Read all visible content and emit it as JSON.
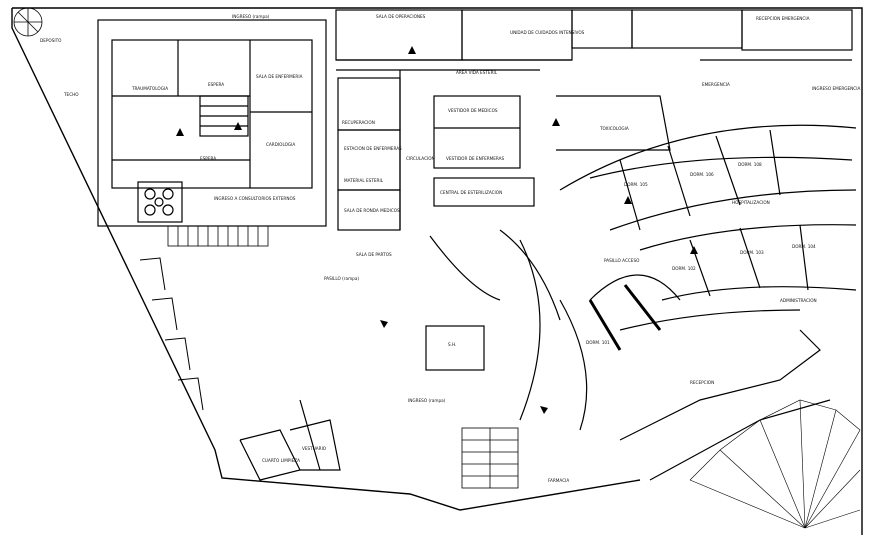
{
  "labels": {
    "deposito": "DEPOSITO",
    "techo": "TECHO",
    "ingreso_rampa_top": "INGRESO (rampa)",
    "sala_operaciones": "SALA DE OPERACIONES",
    "unidad_cuidados": "UNIDAD DE CUIDADOS INTENSIVOS",
    "recepcion_emergencia": "RECEPCION EMERGENCIA",
    "traumatologia": "TRAUMATOLOGIA",
    "espera_top": "ESPERA",
    "sala_enfermeria": "SALA DE ENFERMERIA",
    "emergencia": "EMERGENCIA",
    "ingreso_emergencia": "INGRESO EMERGENCIA",
    "area_vida_esteril": "AREA VIDA ESTERIL",
    "vestidor_medicos": "VESTIDOR DE MEDICOS",
    "vestidor_enfermeras": "VESTIDOR DE ENFERMERAS",
    "recuperacion": "RECUPERACION",
    "estacion_enfermeras": "ESTACION DE ENFERMERAS",
    "material_esteril": "MATERIAL ESTERIL",
    "circulacion": "CIRCULACION",
    "toxicologia": "TOXICOLOGIA",
    "central_esterilizacion": "CENTRAL DE ESTERILIZACION",
    "sala_ronda_medicos": "SALA DE RONDA MEDICOS",
    "sala_partos": "SALA DE PARTOS",
    "cardiologia": "CARDIOLOGIA",
    "espera_center": "ESPERA",
    "ingreso_consultorios": "INGRESO A CONSULTORIOS EXTERNOS",
    "hall_rampa": "PASILLO (rampa)",
    "ingreso_rampa_bottom": "INGRESO (rampa)",
    "hospitalizacion": "HOSPITALIZACION",
    "recepcion": "RECEPCION",
    "administracion": "ADMINISTRACION",
    "dorm_101": "DORM. 101",
    "dorm_102": "DORM. 102",
    "dorm_103": "DORM. 103",
    "dorm_104": "DORM. 104",
    "dorm_105": "DORM. 105",
    "dorm_106": "DORM. 106",
    "dorm_108": "DORM. 108",
    "sh": "S.H.",
    "farmacia": "FARMACIA",
    "vestuario": "VESTUARIO",
    "cuarto_limpieza": "CUARTO LIMPIEZA",
    "pasillo_acceso": "PASILLO ACCESO"
  }
}
